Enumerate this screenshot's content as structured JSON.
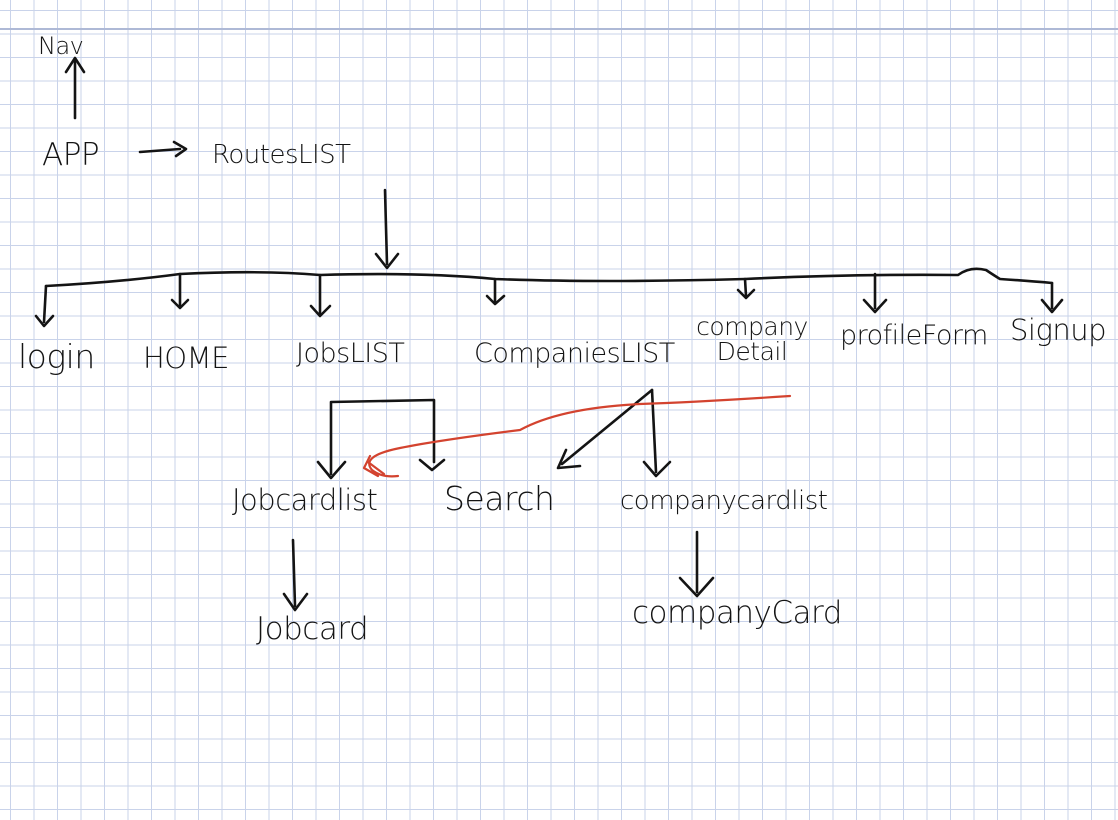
{
  "nodes": {
    "nav": "Nav",
    "app": "APP",
    "routes_list": "RoutesLIST",
    "login": "login",
    "home": "HOME",
    "jobs_list": "JobsLIST",
    "companies_list": "CompaniesLIST",
    "company_detail": "company Detail",
    "profile_form": "profileForm",
    "signup": "Signup",
    "job_card_list": "Jobcardlist",
    "search": "Search",
    "company_card_list": "companycardlist",
    "job_card": "Jobcard",
    "company_card": "companyCard"
  },
  "colors": {
    "ink": "#141414",
    "red_arrow": "#d3432f",
    "grid": "#c9d3ea"
  }
}
